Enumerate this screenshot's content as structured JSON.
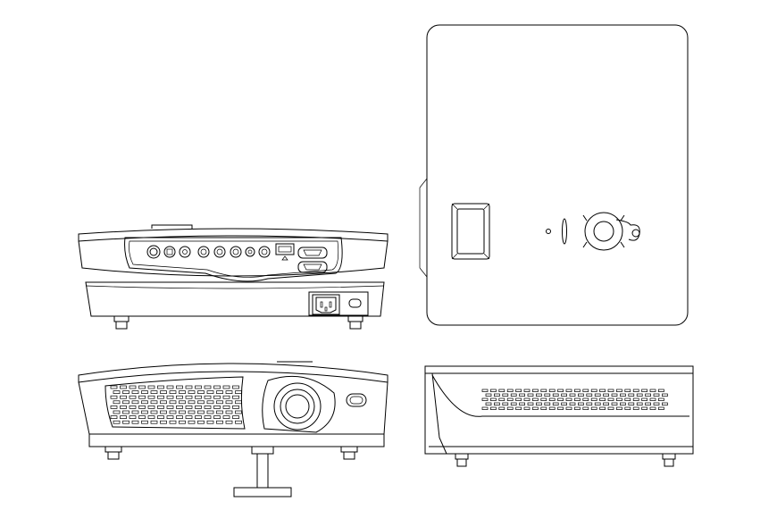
{
  "drawing": {
    "line_color": "#000000",
    "background": "#ffffff",
    "views": [
      {
        "id": "rear-view",
        "icon": "projector-rear-panel"
      },
      {
        "id": "top-view",
        "icon": "projector-top"
      },
      {
        "id": "front-view",
        "icon": "projector-front"
      },
      {
        "id": "side-view",
        "icon": "projector-side"
      }
    ]
  }
}
